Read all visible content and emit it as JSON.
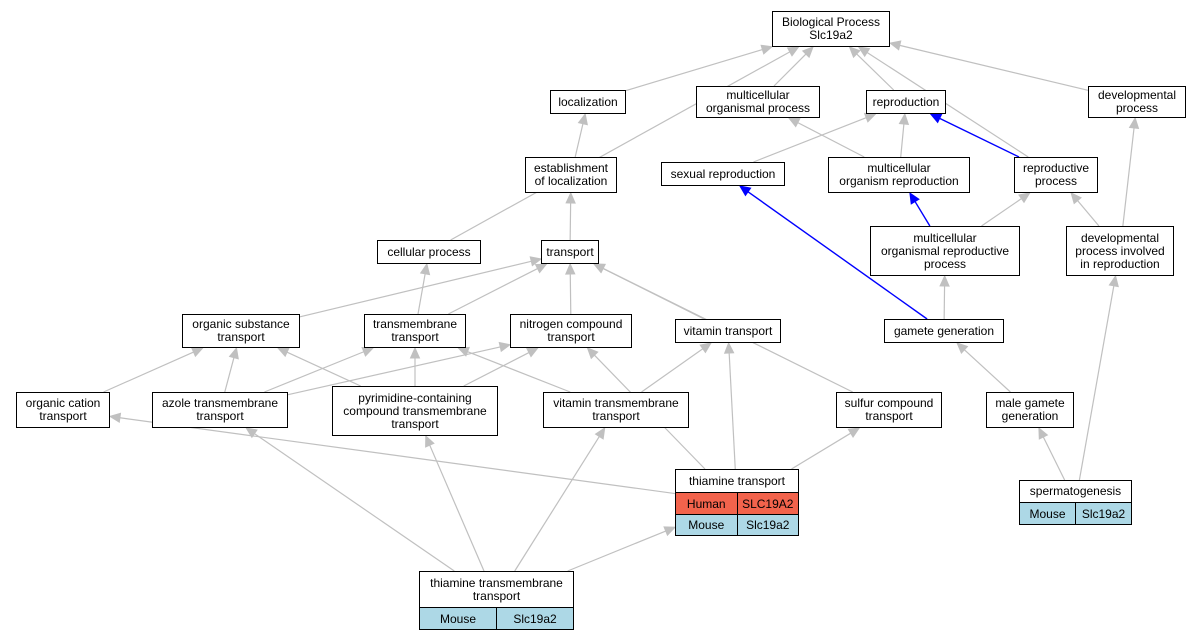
{
  "colors": {
    "edge": "#c0c0c0",
    "highlight": "#0000ff",
    "human": "#f2634c",
    "mouse": "#add8e6"
  },
  "nodes": [
    {
      "id": "bp",
      "label": "Biological Process\nSlc19a2"
    },
    {
      "id": "localization",
      "label": "localization"
    },
    {
      "id": "multi_org",
      "label": "multicellular\norganismal process"
    },
    {
      "id": "reproduction",
      "label": "reproduction"
    },
    {
      "id": "developmental",
      "label": "developmental\nprocess"
    },
    {
      "id": "estab_loc",
      "label": "establishment\nof localization"
    },
    {
      "id": "sexual_repro",
      "label": "sexual reproduction"
    },
    {
      "id": "multi_org_repro",
      "label": "multicellular\norganism reproduction"
    },
    {
      "id": "repro_process",
      "label": "reproductive\nprocess"
    },
    {
      "id": "cellular",
      "label": "cellular process"
    },
    {
      "id": "transport",
      "label": "transport"
    },
    {
      "id": "multi_org_repro_proc",
      "label": "multicellular\norganismal reproductive\nprocess"
    },
    {
      "id": "dev_repro",
      "label": "developmental\nprocess involved\nin reproduction"
    },
    {
      "id": "org_sub",
      "label": "organic substance\ntransport"
    },
    {
      "id": "transmembrane",
      "label": "transmembrane\ntransport"
    },
    {
      "id": "nitrogen",
      "label": "nitrogen compound\ntransport"
    },
    {
      "id": "vitamin",
      "label": "vitamin transport"
    },
    {
      "id": "gamete",
      "label": "gamete generation"
    },
    {
      "id": "org_cation",
      "label": "organic cation\ntransport"
    },
    {
      "id": "azole",
      "label": "azole transmembrane\ntransport"
    },
    {
      "id": "pyrimidine",
      "label": "pyrimidine-containing\ncompound transmembrane\ntransport"
    },
    {
      "id": "vitamin_tm",
      "label": "vitamin transmembrane\ntransport"
    },
    {
      "id": "sulfur",
      "label": "sulfur compound\ntransport"
    },
    {
      "id": "male_gamete",
      "label": "male gamete\ngeneration"
    }
  ],
  "species_nodes": [
    {
      "id": "thiamine",
      "label": "thiamine transport",
      "rows": [
        {
          "species": "Human",
          "gene": "SLC19A2",
          "color": "#f2634c"
        },
        {
          "species": "Mouse",
          "gene": "Slc19a2",
          "color": "#add8e6"
        }
      ]
    },
    {
      "id": "thiamine_tm",
      "label": "thiamine transmembrane\ntransport",
      "rows": [
        {
          "species": "Mouse",
          "gene": "Slc19a2",
          "color": "#add8e6"
        }
      ]
    },
    {
      "id": "spermatogenesis",
      "label": "spermatogenesis",
      "rows": [
        {
          "species": "Mouse",
          "gene": "Slc19a2",
          "color": "#add8e6"
        }
      ]
    }
  ],
  "edges": [
    {
      "from": "localization",
      "to": "bp"
    },
    {
      "from": "multi_org",
      "to": "bp"
    },
    {
      "from": "reproduction",
      "to": "bp"
    },
    {
      "from": "developmental",
      "to": "bp"
    },
    {
      "from": "repro_process",
      "to": "bp"
    },
    {
      "from": "cellular",
      "to": "bp"
    },
    {
      "from": "estab_loc",
      "to": "localization"
    },
    {
      "from": "transport",
      "to": "estab_loc"
    },
    {
      "from": "sexual_repro",
      "to": "reproduction"
    },
    {
      "from": "multi_org_repro",
      "to": "multi_org"
    },
    {
      "from": "multi_org_repro",
      "to": "reproduction"
    },
    {
      "from": "repro_process",
      "to": "reproduction",
      "highlight": true
    },
    {
      "from": "multi_org_repro_proc",
      "to": "multi_org_repro",
      "highlight": true
    },
    {
      "from": "multi_org_repro_proc",
      "to": "repro_process"
    },
    {
      "from": "dev_repro",
      "to": "repro_process"
    },
    {
      "from": "dev_repro",
      "to": "developmental"
    },
    {
      "from": "gamete",
      "to": "multi_org_repro_proc"
    },
    {
      "from": "gamete",
      "to": "sexual_repro",
      "highlight": true
    },
    {
      "from": "org_sub",
      "to": "transport"
    },
    {
      "from": "transmembrane",
      "to": "transport"
    },
    {
      "from": "transmembrane",
      "to": "cellular"
    },
    {
      "from": "nitrogen",
      "to": "transport"
    },
    {
      "from": "vitamin",
      "to": "transport"
    },
    {
      "from": "sulfur",
      "to": "transport"
    },
    {
      "from": "org_cation",
      "to": "org_sub"
    },
    {
      "from": "azole",
      "to": "org_sub"
    },
    {
      "from": "azole",
      "to": "transmembrane"
    },
    {
      "from": "azole",
      "to": "nitrogen"
    },
    {
      "from": "pyrimidine",
      "to": "transmembrane"
    },
    {
      "from": "pyrimidine",
      "to": "org_sub"
    },
    {
      "from": "pyrimidine",
      "to": "nitrogen"
    },
    {
      "from": "vitamin_tm",
      "to": "transmembrane"
    },
    {
      "from": "vitamin_tm",
      "to": "vitamin"
    },
    {
      "from": "thiamine",
      "to": "org_cation"
    },
    {
      "from": "thiamine",
      "to": "nitrogen"
    },
    {
      "from": "thiamine",
      "to": "vitamin"
    },
    {
      "from": "thiamine",
      "to": "sulfur"
    },
    {
      "from": "thiamine_tm",
      "to": "thiamine"
    },
    {
      "from": "thiamine_tm",
      "to": "azole"
    },
    {
      "from": "thiamine_tm",
      "to": "pyrimidine"
    },
    {
      "from": "thiamine_tm",
      "to": "vitamin_tm"
    },
    {
      "from": "male_gamete",
      "to": "gamete"
    },
    {
      "from": "spermatogenesis",
      "to": "male_gamete"
    },
    {
      "from": "spermatogenesis",
      "to": "dev_repro"
    }
  ]
}
